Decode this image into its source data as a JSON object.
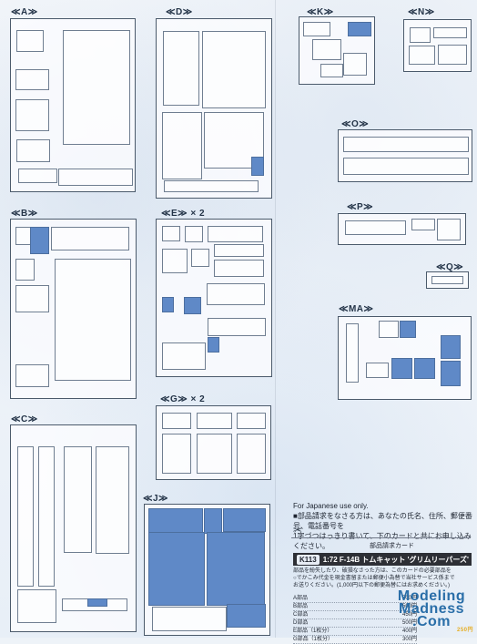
{
  "sections": {
    "A": "≪A≫",
    "B": "≪B≫",
    "C": "≪C≫",
    "D": "≪D≫",
    "E": "≪E≫ × 2",
    "G": "≪G≫ × 2",
    "J": "≪J≫",
    "K": "≪K≫",
    "N": "≪N≫",
    "O": "≪O≫",
    "P": "≪P≫",
    "Q": "≪Q≫",
    "MA": "≪MA≫"
  },
  "order": {
    "english": "For Japanese use only.",
    "line1": "■部品請求をなさる方は、あなたの氏名、住所、郵便番号、電話番号を",
    "line2": "1字づつはっきり書いて、下のカードと共にお申し込みください。",
    "card_title": "部品請求カード",
    "code": "K113",
    "product": "1:72 F-14B トムキャット 'グリムリーパーズ'",
    "body1": "部品を紛失したり、破損なさった方は、このカードの必要部品を",
    "body2": "○でかこみ代金を現金書留または郵便小為替で当社サービス係まで",
    "body3": "お送りください。(1,000円以下の郵便為替にはお求めください。)",
    "price_rows": [
      {
        "item": "A部品",
        "price": "500円"
      },
      {
        "item": "B部品",
        "price": "500円"
      },
      {
        "item": "C部品",
        "price": "450円"
      },
      {
        "item": "D部品",
        "price": "500円"
      },
      {
        "item": "E部品（1枚分）",
        "price": "400円"
      },
      {
        "item": "G部品（1枚分）",
        "price": "300円"
      }
    ]
  },
  "watermark": {
    "line1": "Modeling",
    "line2": "Madness",
    "line3": ".Com",
    "small": "250円"
  }
}
